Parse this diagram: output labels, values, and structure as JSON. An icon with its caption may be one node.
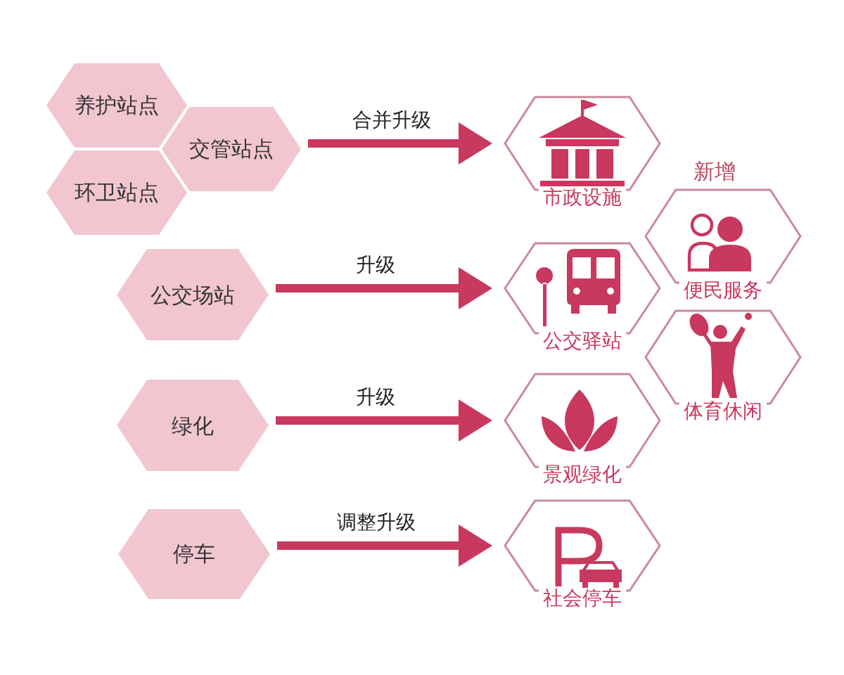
{
  "diagram": {
    "nodes": [
      {
        "text": [
          "养护站点"
        ]
      },
      {
        "text": [
          "交管站点"
        ]
      },
      {
        "text": [
          "环卫站点"
        ]
      },
      {
        "text": [
          "市政设施"
        ]
      },
      {
        "text": [
          "公交场站"
        ]
      },
      {
        "text": [
          "公交驿站"
        ]
      },
      {
        "text": [
          "便民服务"
        ]
      },
      {
        "text": [
          "体育休闲"
        ]
      },
      {
        "text": [
          "绿化"
        ]
      },
      {
        "text": [
          "景观绿化"
        ]
      },
      {
        "text": [
          "停车"
        ]
      },
      {
        "text": [
          "社会停车"
        ]
      }
    ],
    "edges": [
      {
        "from": 1,
        "to": 3,
        "arrow": "to",
        "label": "合并升级"
      },
      {
        "from": 4,
        "to": 5,
        "arrow": "to",
        "label": "升级"
      },
      {
        "from": 8,
        "to": 9,
        "arrow": "to",
        "label": "升级"
      },
      {
        "from": 10,
        "to": 11,
        "arrow": "to",
        "label": "调整升级"
      }
    ],
    "labels": [
      "新增"
    ]
  }
}
